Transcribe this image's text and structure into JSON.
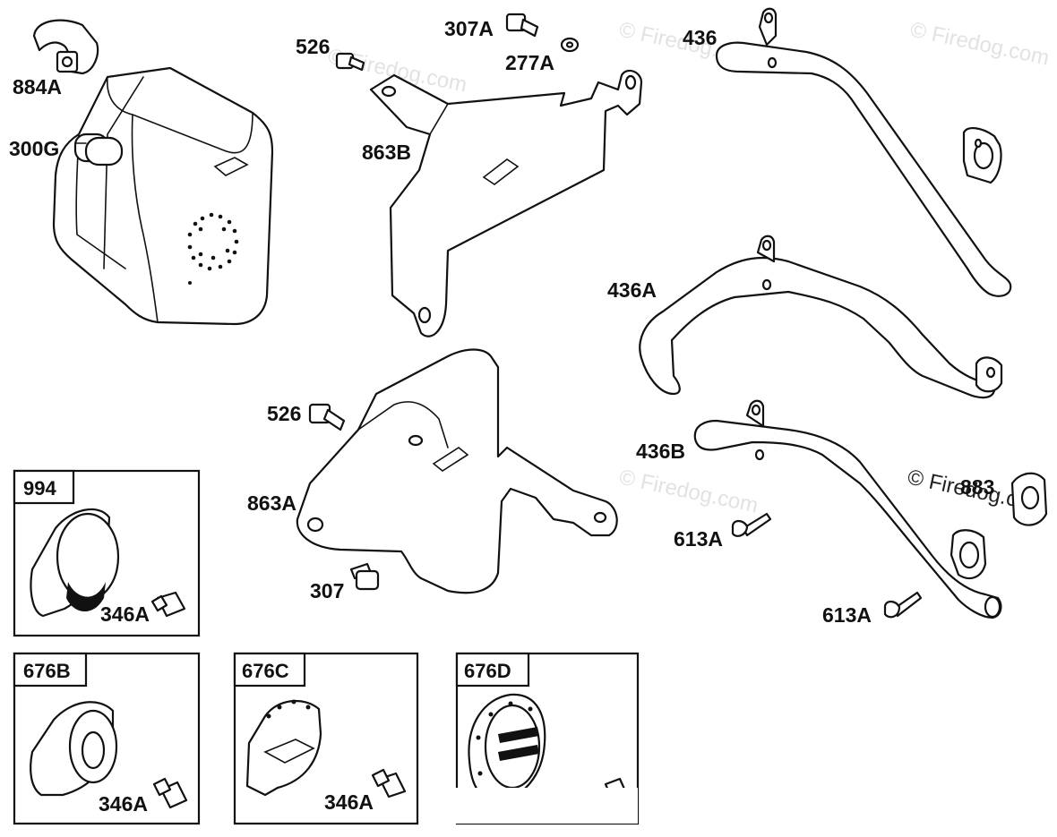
{
  "watermark": {
    "text": "© Firedog.com"
  },
  "callouts": [
    {
      "id": "884A",
      "text": "884A"
    },
    {
      "id": "300G",
      "text": "300G"
    },
    {
      "id": "526-top",
      "text": "526"
    },
    {
      "id": "307A",
      "text": "307A"
    },
    {
      "id": "277A",
      "text": "277A"
    },
    {
      "id": "863B",
      "text": "863B"
    },
    {
      "id": "436",
      "text": "436"
    },
    {
      "id": "436A",
      "text": "436A"
    },
    {
      "id": "436B",
      "text": "436B"
    },
    {
      "id": "883",
      "text": "883"
    },
    {
      "id": "613A-upper",
      "text": "613A"
    },
    {
      "id": "613A-lower",
      "text": "613A"
    },
    {
      "id": "526-mid",
      "text": "526"
    },
    {
      "id": "863A",
      "text": "863A"
    },
    {
      "id": "307",
      "text": "307"
    }
  ],
  "kits": [
    {
      "id": "994",
      "label": "994",
      "screw_label": "346A"
    },
    {
      "id": "676B",
      "label": "676B",
      "screw_label": "346A"
    },
    {
      "id": "676C",
      "label": "676C",
      "screw_label": "346A"
    },
    {
      "id": "676D",
      "label": "676D",
      "screw_label": ""
    }
  ]
}
